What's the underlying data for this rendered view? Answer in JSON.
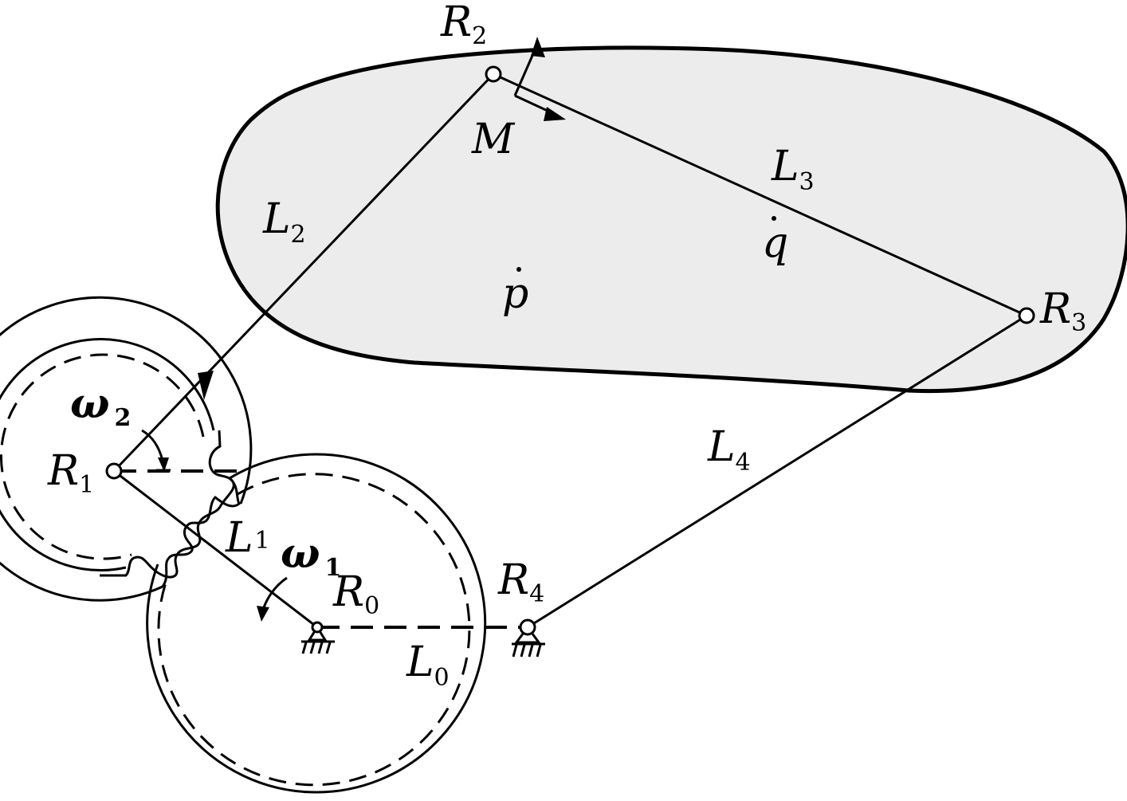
{
  "colors": {
    "ink": "#000000",
    "body_fill": "#ececec",
    "background": "#ffffff",
    "joint_fill": "#ffffff"
  },
  "labels": {
    "R0": {
      "base": "R",
      "sub": "0"
    },
    "R1": {
      "base": "R",
      "sub": "1"
    },
    "R2": {
      "base": "R",
      "sub": "2"
    },
    "R3": {
      "base": "R",
      "sub": "3"
    },
    "R4": {
      "base": "R",
      "sub": "4"
    },
    "L0": {
      "base": "L",
      "sub": "0"
    },
    "L1": {
      "base": "L",
      "sub": "1"
    },
    "L2": {
      "base": "L",
      "sub": "2"
    },
    "L3": {
      "base": "L",
      "sub": "3"
    },
    "L4": {
      "base": "L",
      "sub": "4"
    },
    "w1": {
      "base": "ω",
      "sub": "1"
    },
    "w2": {
      "base": "ω",
      "sub": "2"
    },
    "M": "M",
    "p": "p",
    "q": "q"
  }
}
